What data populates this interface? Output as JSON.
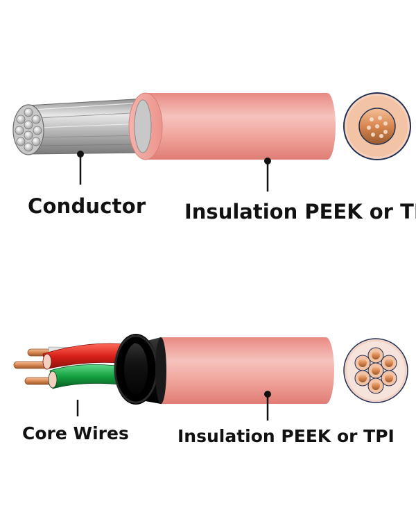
{
  "diagram": {
    "cable_1": {
      "conductor_label": "Conductor",
      "insulation_label": "Insulation PEEK or TPI",
      "colors": {
        "insulation": "#f0a39b",
        "conductor": "#c8c8c8",
        "copper": "#d9864f"
      }
    },
    "cable_2": {
      "core_wires_label": "Core Wires",
      "insulation_label": "Insulation PEEK or TPI",
      "colors": {
        "insulation": "#f0a39b",
        "jacket": "#1a1a1a",
        "wire_red": "#d8201a",
        "wire_green": "#14a040",
        "wire_white": "#eeeeee"
      }
    },
    "leader_color": "#111111"
  }
}
